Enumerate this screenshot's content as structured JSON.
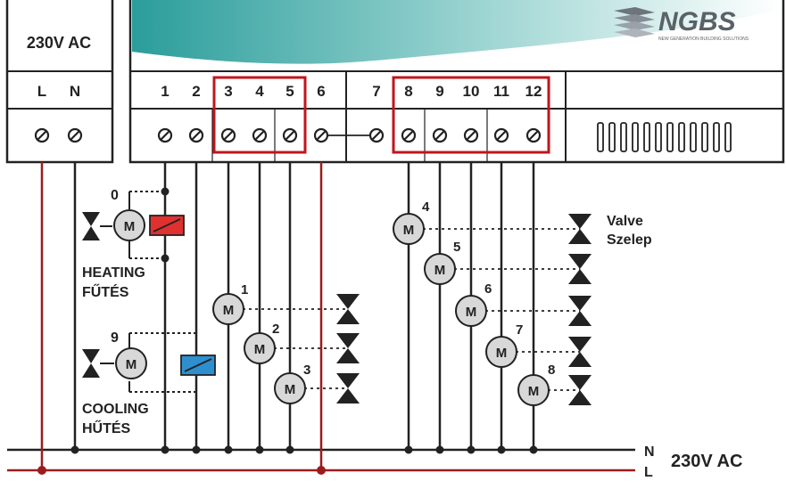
{
  "power_box": {
    "label": "230V AC",
    "terminals": [
      "L",
      "N"
    ]
  },
  "brand": {
    "logo": "NGBS",
    "tagline": "NEW GENERATION BUILDING SOLUTIONS"
  },
  "terminals_left": [
    "1",
    "2",
    "3",
    "4",
    "5",
    "6"
  ],
  "terminals_right": [
    "7",
    "8",
    "9",
    "10",
    "11",
    "12"
  ],
  "heating": {
    "index": "0",
    "label1": "HEATING",
    "label2": "FŰTÉS"
  },
  "cooling": {
    "index": "9",
    "label1": "COOLING",
    "label2": "HŰTÉS"
  },
  "valve_label": {
    "line1": "Valve",
    "line2": "Szelep"
  },
  "actuators": [
    {
      "id": "1",
      "letter": "M"
    },
    {
      "id": "2",
      "letter": "M"
    },
    {
      "id": "3",
      "letter": "M"
    },
    {
      "id": "4",
      "letter": "M"
    },
    {
      "id": "5",
      "letter": "M"
    },
    {
      "id": "6",
      "letter": "M"
    },
    {
      "id": "7",
      "letter": "M"
    },
    {
      "id": "8",
      "letter": "M"
    }
  ],
  "bus": {
    "n_label": "N",
    "l_label": "L",
    "supply_label": "230V AC"
  },
  "colors": {
    "accent_red": "#c0161d",
    "live_line": "#9c1c1c",
    "teal": "#2a9d9b",
    "relay_red": "#e03030",
    "relay_blue": "#2e8fcf"
  }
}
